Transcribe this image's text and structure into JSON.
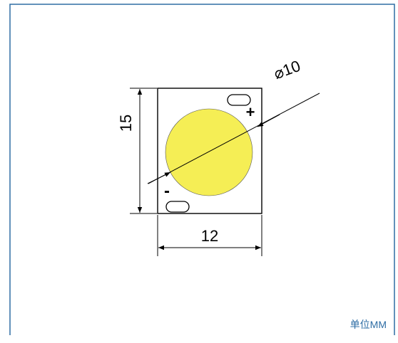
{
  "drawing": {
    "dimension_height": "15",
    "dimension_width": "12",
    "dimension_diameter": "⌀10",
    "plus_marker": "+",
    "minus_marker": "-",
    "unit_note": "单位MM"
  },
  "colors": {
    "frame_blue": "#2e6da4",
    "die_yellow": "#f5ee55",
    "line_black": "#000000"
  }
}
